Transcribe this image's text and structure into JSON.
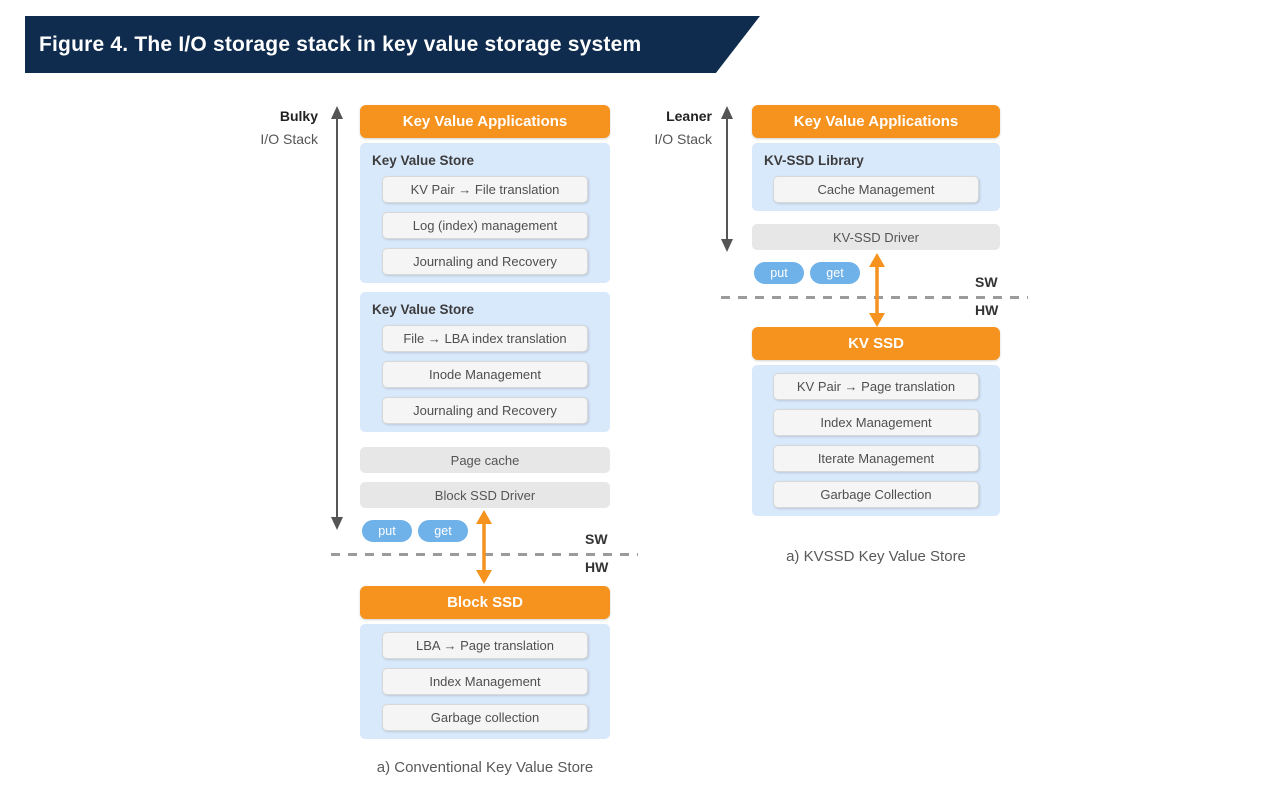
{
  "figure": {
    "title": "Figure 4. The I/O storage stack in key value storage system"
  },
  "colors": {
    "banner_navy": "#0f2b4d",
    "accent_orange": "#f6921e",
    "section_light_blue": "#d9e9fc",
    "gray_bar": "#e7e7e7",
    "pill_blue": "#6fb1e9",
    "arrow_gray": "#555555"
  },
  "left": {
    "annotation": {
      "line1": "Bulky",
      "line2": "I/O Stack"
    },
    "app_header": "Key Value Applications",
    "sections": [
      {
        "label": "Key Value Store",
        "items": [
          "KV Pair → File translation",
          "Log (index) management",
          "Journaling and Recovery"
        ]
      },
      {
        "label": "Key Value Store",
        "items": [
          "File → LBA index translation",
          "Inode Management",
          "Journaling and Recovery"
        ]
      }
    ],
    "gray_bars": [
      "Page cache",
      "Block SSD Driver"
    ],
    "pills": [
      "put",
      "get"
    ],
    "sw_label": "SW",
    "hw_label": "HW",
    "device_header": "Block SSD",
    "device_items": [
      "LBA → Page translation",
      "Index Management",
      "Garbage collection"
    ],
    "caption": "a) Conventional Key Value Store"
  },
  "right": {
    "annotation": {
      "line1": "Leaner",
      "line2": "I/O Stack"
    },
    "app_header": "Key Value Applications",
    "sections": [
      {
        "label": "KV-SSD Library",
        "items": [
          "Cache Management"
        ]
      }
    ],
    "gray_bars": [
      "KV-SSD Driver"
    ],
    "pills": [
      "put",
      "get"
    ],
    "sw_label": "SW",
    "hw_label": "HW",
    "device_header": "KV SSD",
    "device_items": [
      "KV Pair → Page translation",
      "Index Management",
      "Iterate Management",
      "Garbage Collection"
    ],
    "caption": "a) KVSSD Key Value Store"
  }
}
